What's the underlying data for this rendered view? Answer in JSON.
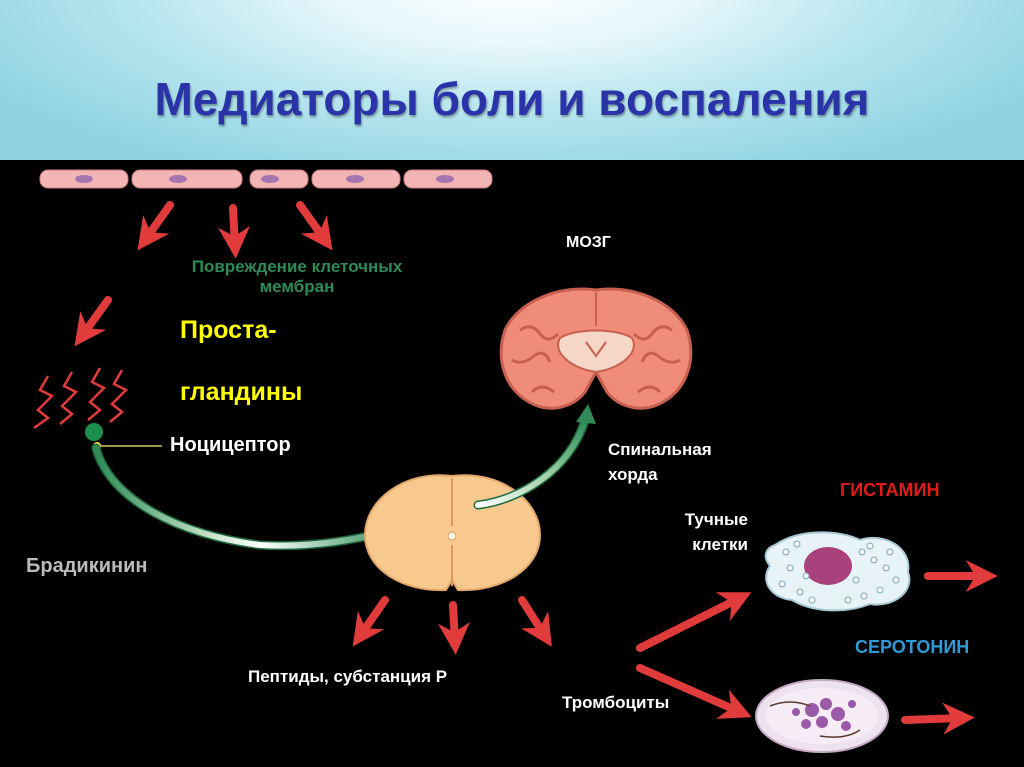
{
  "title": "Медиаторы боли и воспаления",
  "labels": {
    "membrane_damage": [
      "Повреждение клеточных",
      "мембран"
    ],
    "prostaglandins": [
      "Проста-",
      "гландины"
    ],
    "nociceptor": "Ноцицептор",
    "bradykinin": "Брадикинин",
    "brain": "МОЗГ",
    "spinal_cord": [
      "Спинальная",
      "хорда"
    ],
    "mast_cells": [
      "Тучные",
      "клетки"
    ],
    "histamine": "ГИСТАМИН",
    "serotonin": "СЕРОТОНИН",
    "peptides": "Пептиды, субстанция Р",
    "platelets": "Тромбоциты"
  },
  "colors": {
    "title": "#2a33a8",
    "arrow": "#e23b3b",
    "membrane_label": "#2e8b57",
    "prostaglandins": "#ffff00",
    "histamine": "#e01b1b",
    "serotonin": "#2f9ad6",
    "bradykinin": "#bbbbbb",
    "brain": "#f08c7a",
    "spinal_cord": "#f8c98e"
  }
}
